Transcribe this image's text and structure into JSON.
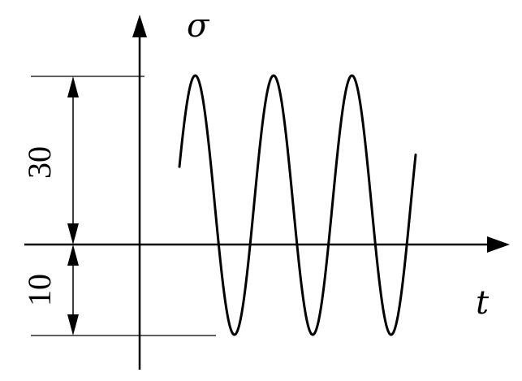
{
  "diagram": {
    "y_axis_label": "σ",
    "x_axis_label": "t",
    "upper_dimension_label": "30",
    "lower_dimension_label": "10"
  },
  "colors": {
    "ink": "#000000",
    "background": "#ffffff"
  }
}
